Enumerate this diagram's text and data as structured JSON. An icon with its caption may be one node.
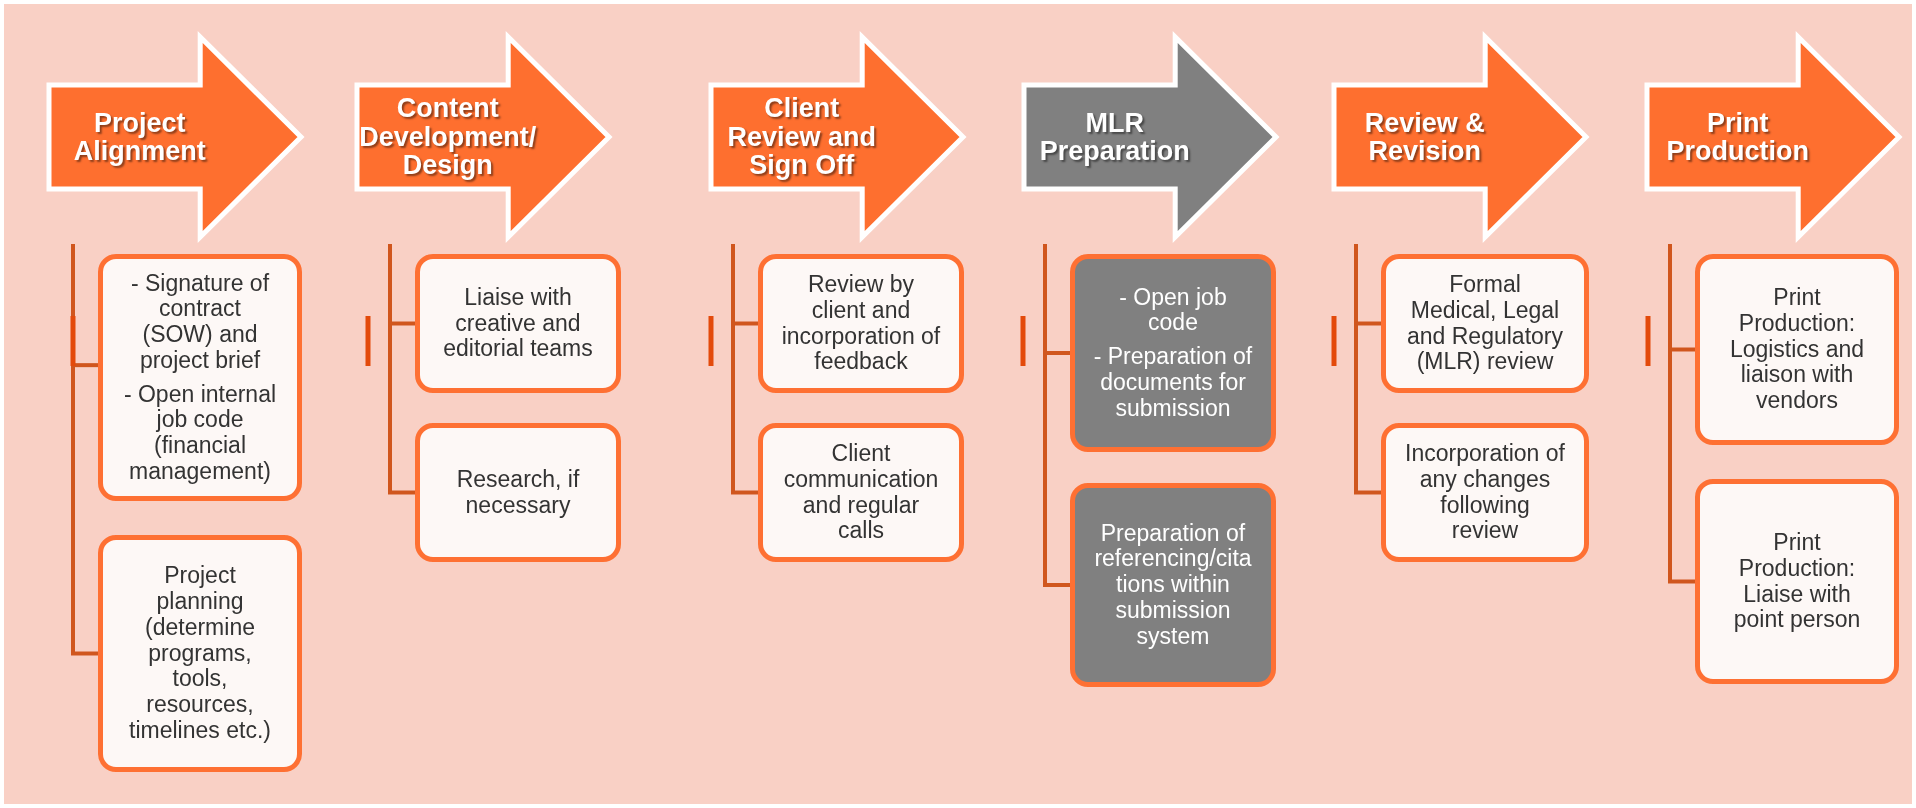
{
  "diagram": {
    "nodes": [
      {
        "text": [
          "Project Alignment"
        ]
      },
      {
        "text": [
          "- Signature of contract (SOW) and project brief",
          "- Open internal job code (financial management)"
        ]
      },
      {
        "text": [
          "Project planning (determine programs, tools, resources, timelines etc.)"
        ]
      },
      {
        "text": [
          "Content Development/ Design"
        ]
      },
      {
        "text": [
          "Liaise with creative and editorial teams"
        ]
      },
      {
        "text": [
          "Research, if necessary"
        ]
      },
      {
        "text": [
          "Client Review and Sign Off"
        ]
      },
      {
        "text": [
          "Review by client and incorporation of feedback"
        ]
      },
      {
        "text": [
          "Client communication and regular calls"
        ]
      },
      {
        "text": [
          "MLR Preparation"
        ]
      },
      {
        "text": [
          "- Open job code",
          "- Preparation of documents for submission"
        ]
      },
      {
        "text": [
          "Preparation of referencing/citations within submission system"
        ]
      },
      {
        "text": [
          "Review & Revision"
        ]
      },
      {
        "text": [
          "Formal Medical, Legal and Regulatory (MLR) review"
        ]
      },
      {
        "text": [
          "Incorporation of any changes following review"
        ]
      },
      {
        "text": [
          "Print Production"
        ]
      },
      {
        "text": [
          "Print Production: Logistics and liaison with vendors"
        ]
      },
      {
        "text": [
          "Print Production: Liaise with point person"
        ]
      }
    ]
  }
}
